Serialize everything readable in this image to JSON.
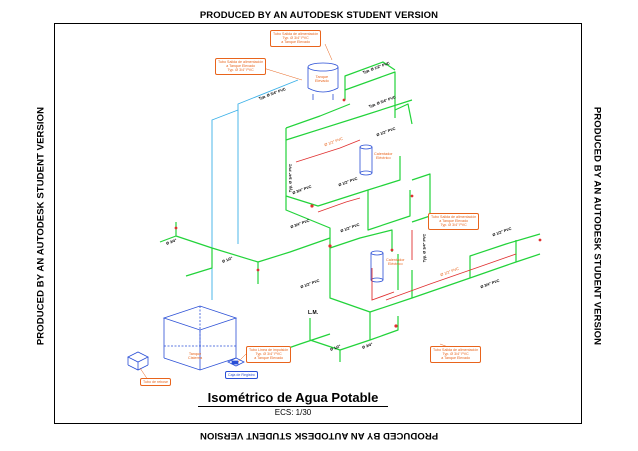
{
  "watermark": "PRODUCED BY AN AUTODESK STUDENT VERSION",
  "title": "Isométrico de Agua Potable",
  "scale": "ECS: 1/30",
  "meter_label": "L.M.",
  "callouts": [
    "Tubo Salida de alimentación\nTyp. Ø 3/4\" PVC\na Tanque Elevado",
    "Tubo Salida de alimentación\na Tanque Elevado\nTyp. Ø 3/4\" PVC",
    "Tubo Salida de alimentación\na Tanque Elevado\nTyp. Ø 3/4\" PVC",
    "Tubo Salida de alimentación\nTyp. Ø 3/4\" PVC\na Tanque Elevado",
    "Tubo Línea de impulsión\nTyp. Ø 3/4\" PVC\na Tanque Elevado",
    "Caja de Registro",
    "Tubo de rebose"
  ],
  "tank_labels": [
    "Tanque\nElevado",
    "Calentador\nEléctrico",
    "Calentador\nEléctrico",
    "Tanque\nCisterna"
  ],
  "diameter_labels": [
    "Typ. Ø 1/2\" PVC",
    "Typ. Ø 3/4\" PVC",
    "Ø 1/2\" PVC",
    "Ø 3/4\" PVC",
    "Ø 1/2\"",
    "Ø 3/4\""
  ],
  "colors": {
    "cold_water": "#22d33a",
    "hot_water": "#e03030",
    "feed_line": "#3ab0e8",
    "annotation": "#e8641c",
    "tank": "#2a4fd6"
  }
}
